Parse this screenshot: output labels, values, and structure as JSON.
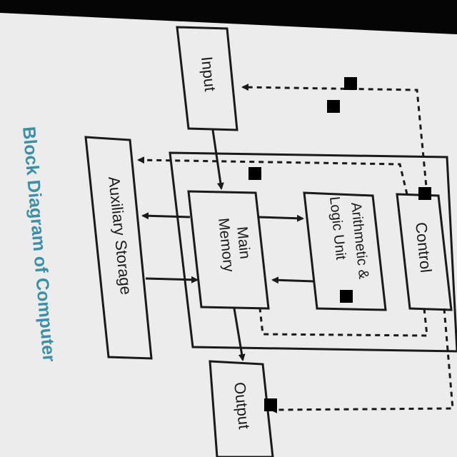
{
  "diagram": {
    "title": "Block Diagram of Computer",
    "blocks": {
      "input": "Input",
      "auxiliary_storage": "Auxiliary Storage",
      "main_memory_line1": "Main",
      "main_memory_line2": "Memory",
      "alu_line1": "Arithmetic &",
      "alu_line2": "Logic Unit",
      "control": "Control",
      "output": "Output"
    },
    "colors": {
      "paper": "#ececec",
      "ink": "#1a1a1a",
      "title": "#3d8fa6",
      "background": "#050505"
    }
  }
}
